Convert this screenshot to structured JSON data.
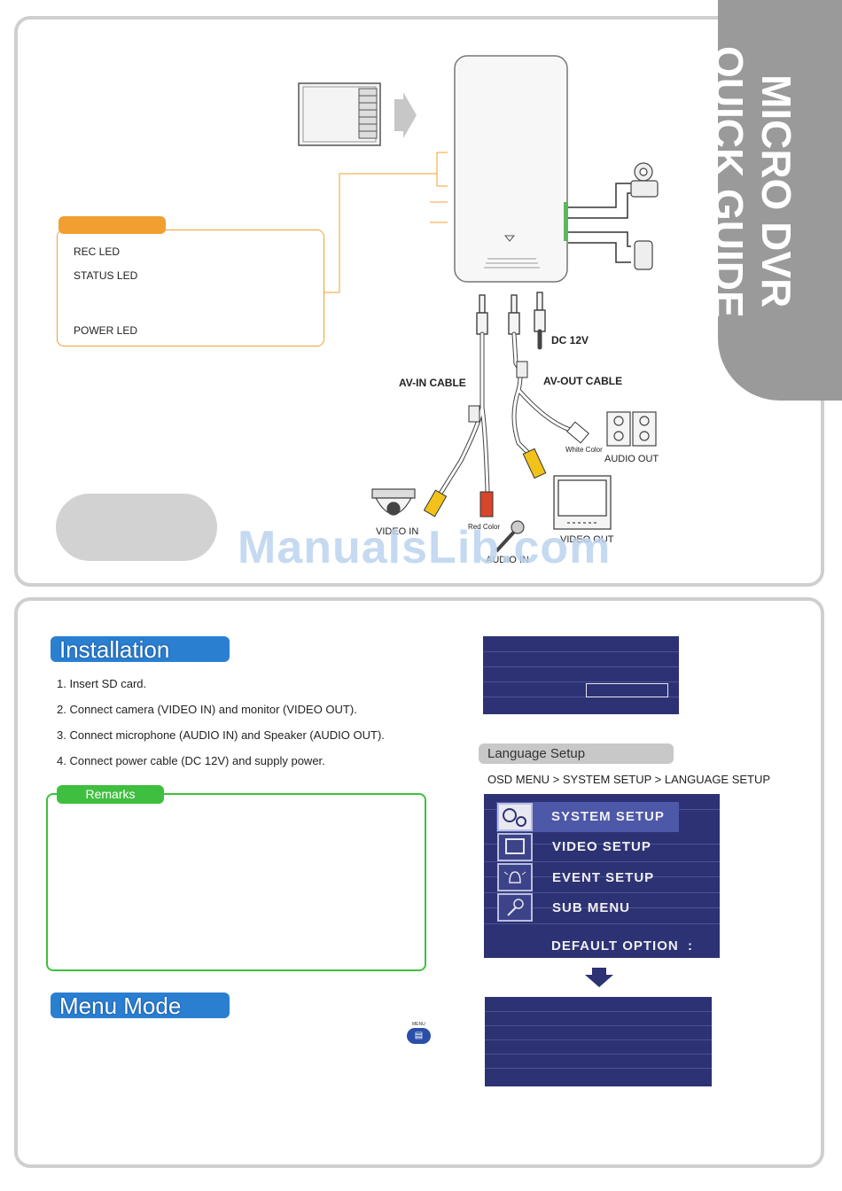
{
  "side_tab": {
    "line1": "MICRO DVR",
    "line2": "QUICK GUIDE"
  },
  "led_box": {
    "items": [
      "REC LED",
      "STATUS LED",
      "POWER LED"
    ]
  },
  "diagram": {
    "dc12v": "DC 12V",
    "av_in_cable": "AV-IN CABLE",
    "av_out_cable": "AV-OUT CABLE",
    "white_color": "White Color",
    "audio_out": "AUDIO OUT",
    "red_color": "Red Color",
    "video_in": "VIDEO IN",
    "video_out": "VIDEO OUT",
    "audio_in": "AUDIO IN"
  },
  "watermark": "ManualsLib.com",
  "installation": {
    "title": "Installation",
    "steps": [
      "1. Insert SD card.",
      "2. Connect camera (VIDEO IN) and monitor (VIDEO OUT).",
      "3. Connect microphone (AUDIO IN) and Speaker (AUDIO OUT).",
      "4. Connect power cable (DC 12V) and  supply power."
    ]
  },
  "remarks": {
    "title": "Remarks"
  },
  "menu_mode": {
    "title": "Menu Mode",
    "menu_button_label": "MENU"
  },
  "language_setup": {
    "title": "Language Setup",
    "path": "OSD MENU > SYSTEM SETUP > LANGUAGE SETUP"
  },
  "osd_menu": {
    "items": [
      "SYSTEM SETUP",
      "VIDEO SETUP",
      "EVENT SETUP",
      "SUB MENU"
    ],
    "default_option": "DEFAULT OPTION",
    "default_colon": ":"
  },
  "colors": {
    "blue_header": "#2a7fd1",
    "green": "#3fbf3f",
    "orange": "#f0a030",
    "osd_bg": "#2d3274"
  }
}
